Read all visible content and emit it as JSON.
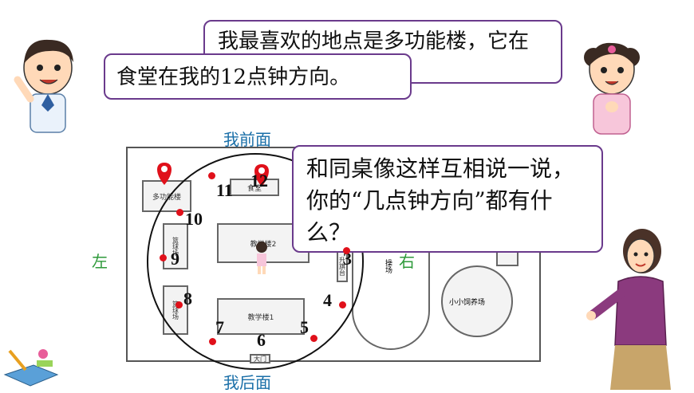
{
  "speech": {
    "girl_text": "我最喜欢的地点是多功能楼，它在我的11点钟方向。",
    "boy_text": "食堂在我的12点钟方向。",
    "teacher_text": "和同桌像这样互相说一说，你的“几点钟方向”都有什么？"
  },
  "directions": {
    "front": "我前面",
    "back": "我后面",
    "left": "左",
    "right": "右"
  },
  "map": {
    "multi_building": "多功能楼",
    "canteen": "食堂",
    "teaching_building_2": "教学楼2",
    "teaching_building_1": "教学楼1",
    "basketball_1": "篮球场",
    "basketball_2": "篮球场",
    "flagpole": "升旗台",
    "playground": "操场",
    "farm": "小小饲养场",
    "gate": "大门"
  },
  "clock_numbers": [
    "11",
    "12",
    "10",
    "9",
    "3",
    "8",
    "4",
    "7",
    "5",
    "6"
  ],
  "colors": {
    "bubble_border": "#6a3a8c",
    "direction_text": "#1a6fa8",
    "dot": "#e0101a",
    "right_label": "#2e9a3a"
  }
}
